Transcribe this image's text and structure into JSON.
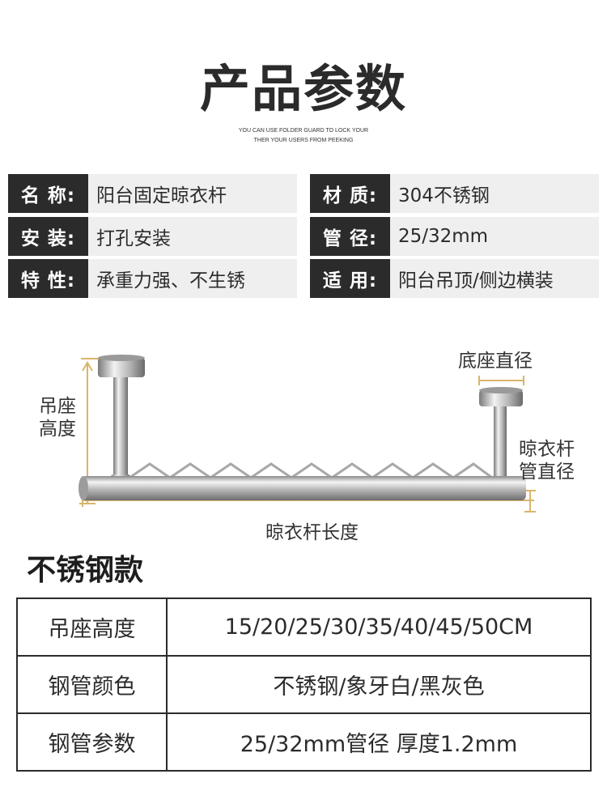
{
  "header": {
    "title": "产品参数",
    "subtitle_line1": "YOU CAN USE FOLDER GUARD TO LOCK YOUR",
    "subtitle_line2": "THER YOUR USERS FROM PEEKING"
  },
  "specs": [
    {
      "key": "名 称:",
      "value": "阳台固定晾衣杆"
    },
    {
      "key": "材 质:",
      "value": "304不锈钢"
    },
    {
      "key": "安 装:",
      "value": "打孔安装"
    },
    {
      "key": "管 径:",
      "value": "25/32mm"
    },
    {
      "key": "特 性:",
      "value": "承重力强、不生锈"
    },
    {
      "key": "适 用:",
      "value": "阳台吊顶/侧边横装"
    }
  ],
  "diagram": {
    "base_diameter": "底座直径",
    "mount_height_line1": "吊座",
    "mount_height_line2": "高度",
    "rod_diameter_line1": "晾衣杆",
    "rod_diameter_line2": "管直径",
    "rod_length": "晾衣杆长度"
  },
  "section": {
    "title": "不锈钢款"
  },
  "params": [
    {
      "key": "吊座高度",
      "value": "15/20/25/30/35/40/45/50CM"
    },
    {
      "key": "钢管颜色",
      "value": "不锈钢/象牙白/黑灰色"
    },
    {
      "key": "钢管参数",
      "value": "25/32mm管径 厚度1.2mm"
    }
  ]
}
